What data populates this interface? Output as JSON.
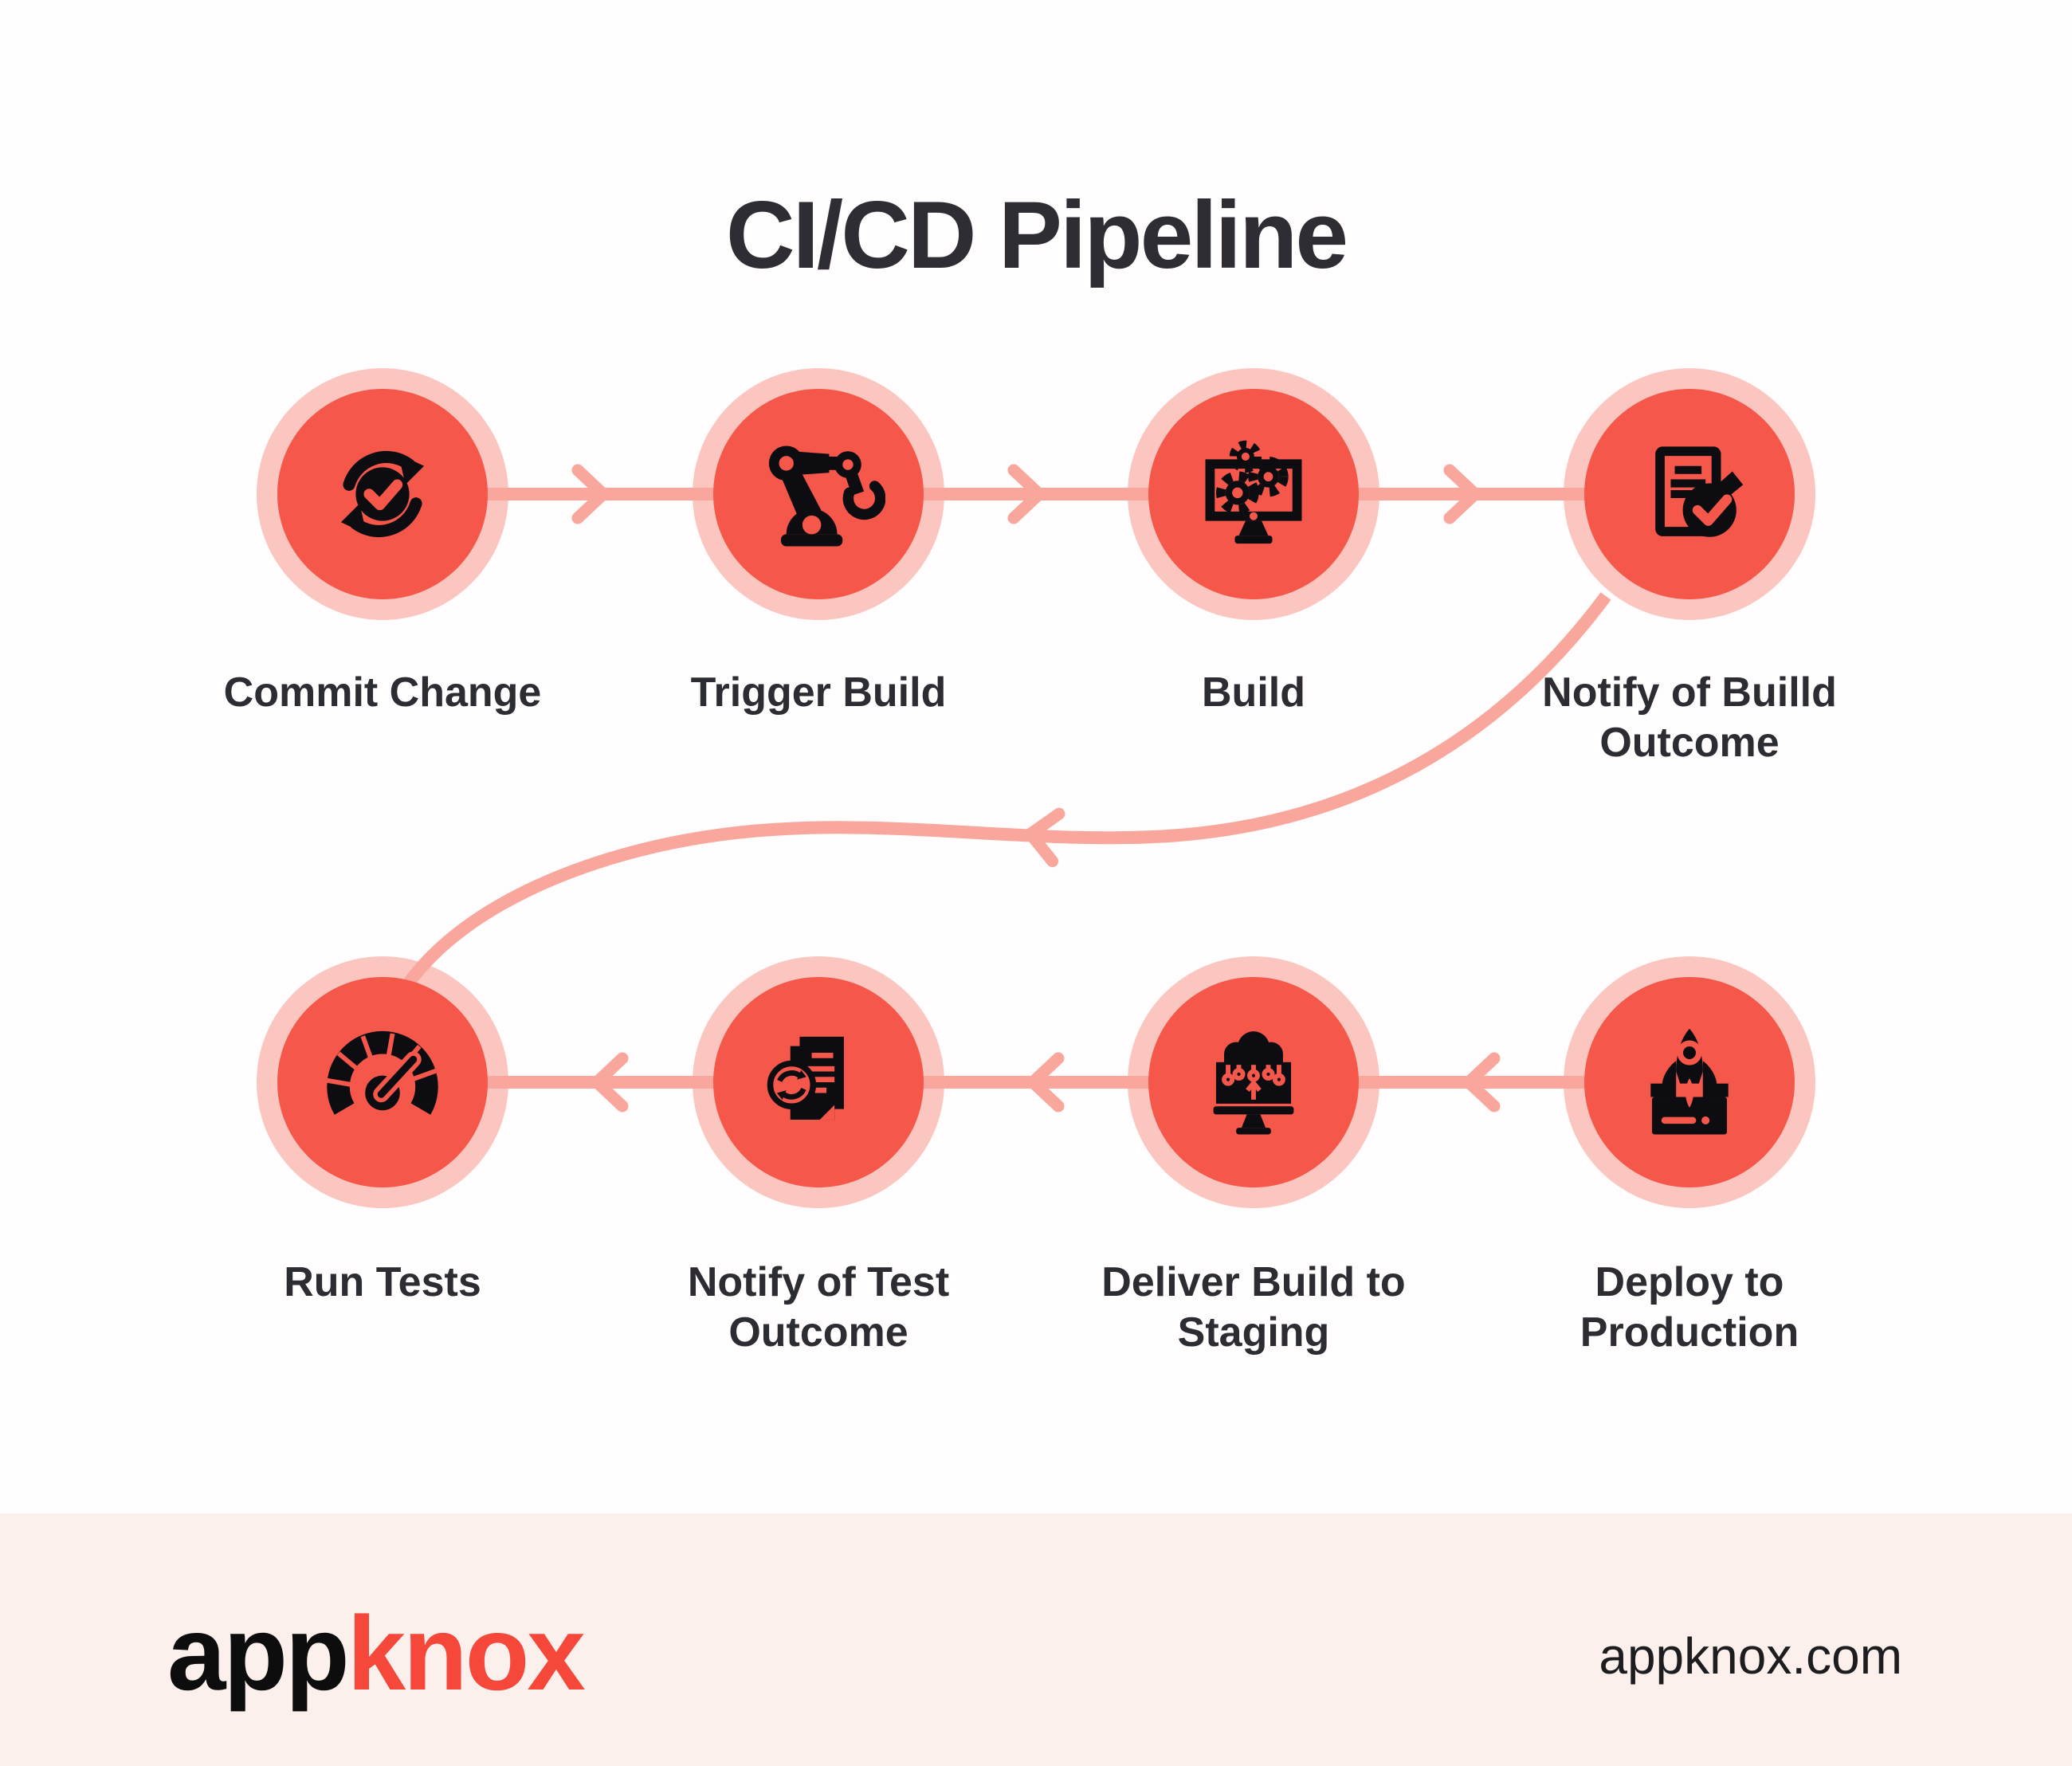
{
  "title": "CI/CD Pipeline",
  "colors": {
    "background": "#ffffff",
    "outer_ring": "#fcc6c0",
    "node_circle": "#f5574a",
    "icon": "#0c0c11",
    "connector": "#f9a69c",
    "title_text": "#2d2d33",
    "label_text": "#2c2c33",
    "footer_background": "#fbf0ec",
    "logo_black": "#0d0d0d",
    "logo_red": "#f5473a"
  },
  "steps": [
    {
      "label": "Commit Change",
      "icon": "sync-check-icon"
    },
    {
      "label": "Trigger Build",
      "icon": "robot-arm-icon"
    },
    {
      "label": "Build",
      "icon": "monitor-gears-icon"
    },
    {
      "label": "Notify of Builld Outcome",
      "icon": "document-check-icon"
    },
    {
      "label": "Run Tests",
      "icon": "gauge-icon"
    },
    {
      "label": "Notify of Test Outcome",
      "icon": "document-sync-icon"
    },
    {
      "label": "Deliver Build to Staging",
      "icon": "cloud-upload-monitor-icon"
    },
    {
      "label": "Deploy to Production",
      "icon": "rocket-launch-icon"
    }
  ],
  "flow": {
    "row1_direction": "right",
    "row2_direction": "left",
    "curve_connects": "Notify of Builld Outcome to Run Tests"
  },
  "footer": {
    "logo_part1": "app",
    "logo_part2": "knox",
    "website": "appknox.com"
  }
}
